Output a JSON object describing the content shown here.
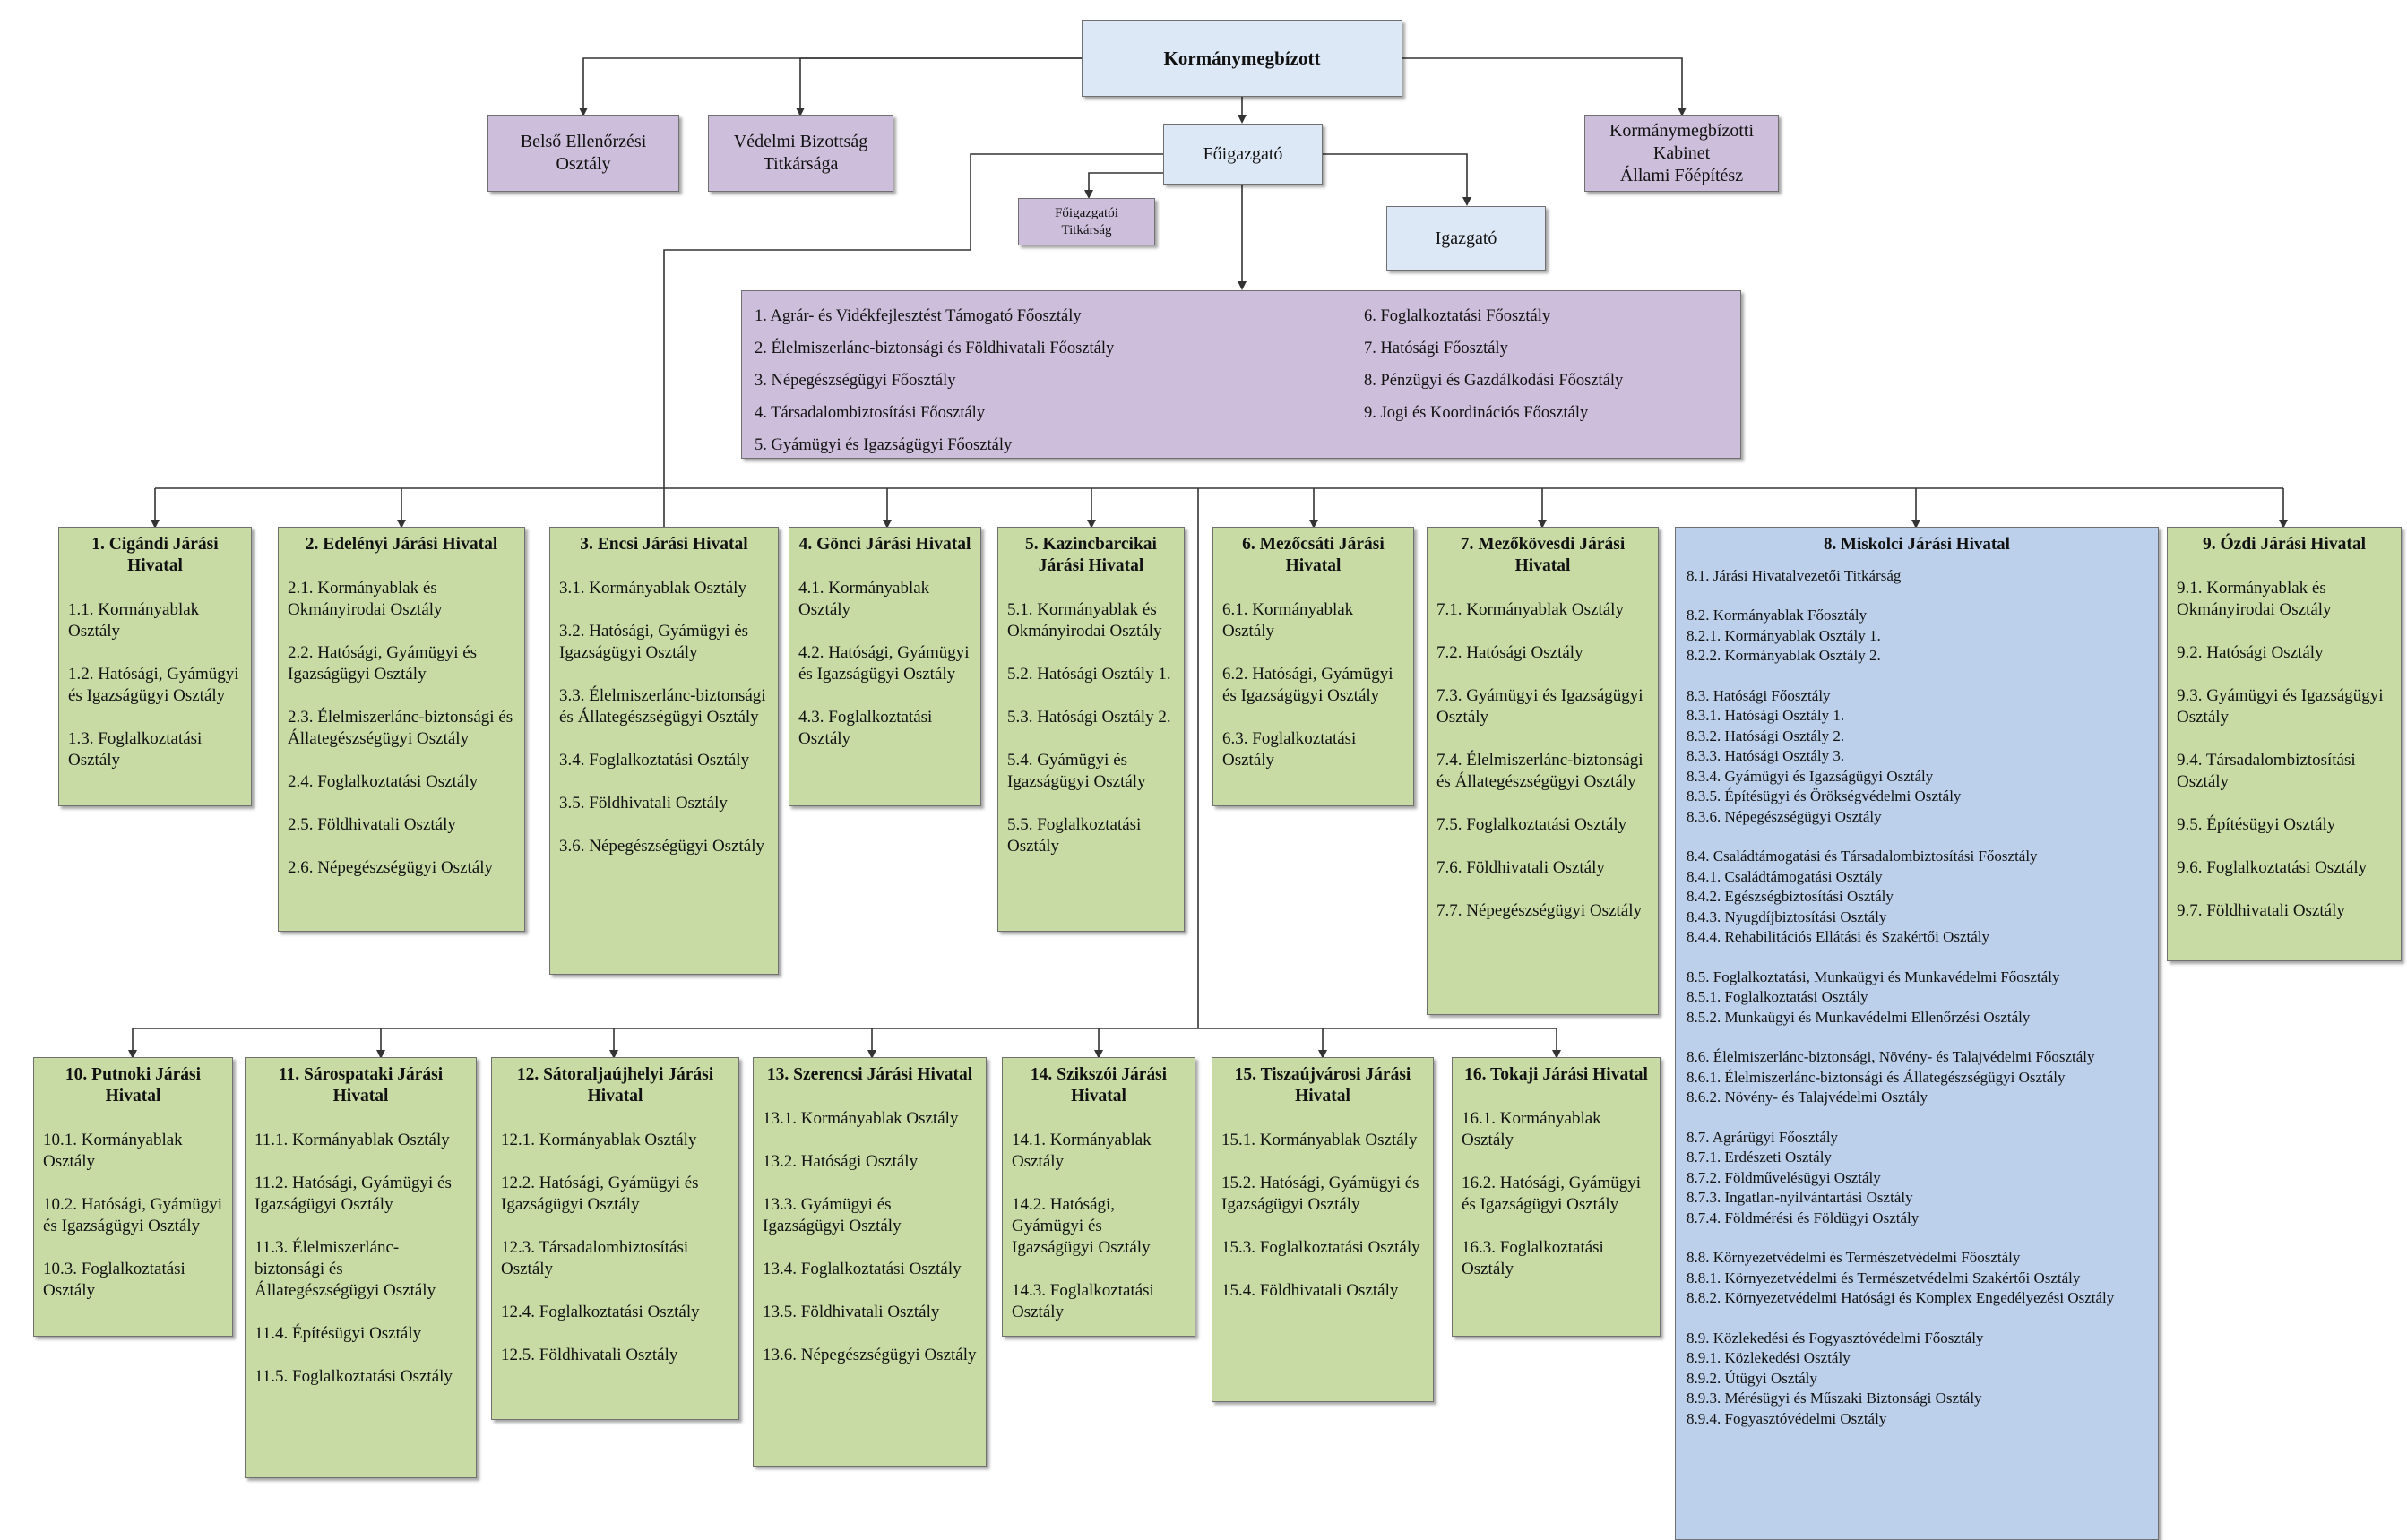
{
  "top": {
    "kormanymegbizott": "Kormánymegbízott",
    "belso": [
      "Belső Ellenőrzési",
      "Osztály"
    ],
    "vedelmi": [
      "Védelmi Bizottság",
      "Titkársága"
    ],
    "kabinet": [
      "Kormánymegbízotti",
      "Kabinet",
      "Állami Főépítész"
    ],
    "foigazgato": "Főigazgató",
    "foigazgatoi_titkarsag": [
      "Főigazgatói",
      "Titkárság"
    ],
    "igazgato": "Igazgató"
  },
  "foosztalyok": {
    "left": [
      "1. Agrár- és Vidékfejlesztést Támogató Főosztály",
      "2. Élelmiszerlánc-biztonsági és Földhivatali Főosztály",
      "3. Népegészségügyi Főosztály",
      "4. Társadalombiztosítási Főosztály",
      "5. Gyámügyi és Igazságügyi Főosztály"
    ],
    "right": [
      "6. Foglalkoztatási Főosztály",
      "7. Hatósági Főosztály",
      "8. Pénzügyi és Gazdálkodási Főosztály",
      "9. Jogi és Koordinációs Főosztály"
    ]
  },
  "offices_row1": [
    {
      "title": "1. Cigándi Járási Hivatal",
      "items": [
        "1.1. Kormányablak Osztály",
        "1.2. Hatósági, Gyámügyi és Igazságügyi Osztály",
        "1.3. Foglalkoztatási Osztály"
      ]
    },
    {
      "title": "2. Edelényi Járási Hivatal",
      "items": [
        "2.1. Kormányablak és Okmányirodai Osztály",
        "2.2. Hatósági, Gyámügyi és Igazságügyi Osztály",
        "2.3. Élelmiszerlánc-biztonsági és Állategészségügyi Osztály",
        "2.4. Foglalkoztatási Osztály",
        "2.5. Földhivatali Osztály",
        "2.6. Népegészségügyi Osztály"
      ]
    },
    {
      "title": "3. Encsi Járási Hivatal",
      "items": [
        "3.1. Kormányablak Osztály",
        "3.2. Hatósági, Gyámügyi és Igazságügyi Osztály",
        "3.3. Élelmiszerlánc-biztonsági és Állategészségügyi Osztály",
        "3.4. Foglalkoztatási Osztály",
        "3.5. Földhivatali Osztály",
        "3.6. Népegészségügyi Osztály"
      ]
    },
    {
      "title": "4. Gönci Járási Hivatal",
      "items": [
        "4.1. Kormányablak Osztály",
        "4.2. Hatósági, Gyámügyi és Igazságügyi Osztály",
        "4.3. Foglalkoztatási Osztály"
      ]
    },
    {
      "title": "5. Kazincbarcikai Járási Hivatal",
      "items": [
        "5.1. Kormányablak és Okmányirodai Osztály",
        "5.2. Hatósági Osztály 1.",
        "5.3. Hatósági Osztály 2.",
        "5.4. Gyámügyi és Igazságügyi Osztály",
        "5.5. Foglalkoztatási Osztály"
      ]
    },
    {
      "title": "6. Mezőcsáti Járási Hivatal",
      "items": [
        "6.1. Kormányablak Osztály",
        "6.2. Hatósági, Gyámügyi és Igazságügyi Osztály",
        "6.3. Foglalkoztatási Osztály"
      ]
    },
    {
      "title": "7. Mezőkövesdi Járási Hivatal",
      "items": [
        "7.1. Kormányablak Osztály",
        "7.2. Hatósági Osztály",
        "7.3. Gyámügyi és Igazságügyi Osztály",
        "7.4. Élelmiszerlánc-biztonsági és Állategészségügyi Osztály",
        "7.5. Foglalkoztatási Osztály",
        "7.6. Földhivatali Osztály",
        "7.7. Népegészségügyi Osztály"
      ]
    },
    {
      "title": "9. Ózdi Járási Hivatal",
      "items": [
        "9.1. Kormányablak és Okmányirodai Osztály",
        "9.2. Hatósági Osztály",
        "9.3. Gyámügyi és Igazságügyi Osztály",
        "9.4. Társadalombiztosítási Osztály",
        "9.5. Építésügyi Osztály",
        "9.6. Foglalkoztatási Osztály",
        "9.7. Földhivatali Osztály"
      ]
    }
  ],
  "miskolc": {
    "title": "8. Miskolci Járási Hivatal",
    "groups": [
      [
        "8.1. Járási Hivatalvezetői Titkárság"
      ],
      [
        "8.2. Kormányablak Főosztály",
        "8.2.1. Kormányablak Osztály 1.",
        "8.2.2. Kormányablak Osztály 2."
      ],
      [
        "8.3. Hatósági Főosztály",
        "8.3.1. Hatósági Osztály 1.",
        "8.3.2. Hatósági Osztály 2.",
        "8.3.3. Hatósági Osztály 3.",
        "8.3.4. Gyámügyi és Igazságügyi Osztály",
        "8.3.5. Építésügyi és Örökségvédelmi Osztály",
        "8.3.6. Népegészségügyi Osztály"
      ],
      [
        "8.4. Családtámogatási és Társadalombiztosítási Főosztály",
        "8.4.1. Családtámogatási Osztály",
        "8.4.2. Egészségbiztosítási Osztály",
        "8.4.3. Nyugdíjbiztosítási Osztály",
        "8.4.4. Rehabilitációs Ellátási és Szakértői Osztály"
      ],
      [
        "8.5. Foglalkoztatási, Munkaügyi és Munkavédelmi Főosztály",
        "8.5.1. Foglalkoztatási Osztály",
        "8.5.2. Munkaügyi és Munkavédelmi Ellenőrzési Osztály"
      ],
      [
        "8.6. Élelmiszerlánc-biztonsági, Növény- és Talajvédelmi Főosztály",
        "8.6.1. Élelmiszerlánc-biztonsági és Állategészségügyi Osztály",
        "8.6.2. Növény- és Talajvédelmi Osztály"
      ],
      [
        "8.7. Agrárügyi Főosztály",
        "8.7.1. Erdészeti Osztály",
        "8.7.2. Földművelésügyi Osztály",
        "8.7.3. Ingatlan-nyilvántartási Osztály",
        "8.7.4. Földmérési és Földügyi Osztály"
      ],
      [
        "8.8. Környezetvédelmi és Természetvédelmi Főosztály",
        "8.8.1. Környezetvédelmi és Természetvédelmi Szakértői Osztály",
        "8.8.2. Környezetvédelmi Hatósági és Komplex Engedélyezési Osztály"
      ],
      [
        "8.9. Közlekedési és Fogyasztóvédelmi Főosztály",
        "8.9.1. Közlekedési Osztály",
        "8.9.2. Útügyi Osztály",
        "8.9.3. Mérésügyi és Műszaki Biztonsági Osztály",
        "8.9.4. Fogyasztóvédelmi Osztály"
      ]
    ]
  },
  "offices_row2": [
    {
      "title": "10. Putnoki Járási Hivatal",
      "items": [
        "10.1. Kormányablak Osztály",
        "10.2. Hatósági, Gyámügyi és Igazságügyi Osztály",
        "10.3. Foglalkoztatási Osztály"
      ]
    },
    {
      "title": "11. Sárospataki Járási Hivatal",
      "items": [
        "11.1. Kormányablak Osztály",
        "11.2. Hatósági, Gyámügyi és Igazságügyi Osztály",
        "11.3. Élelmiszerlánc-biztonsági és Állategészségügyi Osztály",
        "11.4. Építésügyi Osztály",
        "11.5. Foglalkoztatási Osztály"
      ]
    },
    {
      "title": "12. Sátoraljaújhelyi Járási Hivatal",
      "items": [
        "12.1. Kormányablak Osztály",
        "12.2. Hatósági, Gyámügyi és Igazságügyi Osztály",
        "12.3. Társadalombiztosítási Osztály",
        "12.4. Foglalkoztatási Osztály",
        "12.5. Földhivatali Osztály"
      ]
    },
    {
      "title": "13. Szerencsi Járási Hivatal",
      "items": [
        "13.1. Kormányablak Osztály",
        "13.2. Hatósági Osztály",
        "13.3. Gyámügyi és Igazságügyi Osztály",
        "13.4. Foglalkoztatási Osztály",
        "13.5. Földhivatali Osztály",
        "13.6. Népegészségügyi Osztály"
      ]
    },
    {
      "title": "14. Szikszói Járási Hivatal",
      "items": [
        "14.1. Kormányablak Osztály",
        "14.2. Hatósági, Gyámügyi és Igazságügyi Osztály",
        "14.3. Foglalkoztatási Osztály"
      ]
    },
    {
      "title": "15. Tiszaújvárosi Járási Hivatal",
      "items": [
        "15.1. Kormányablak Osztály",
        "15.2. Hatósági, Gyámügyi és Igazságügyi Osztály",
        "15.3. Foglalkoztatási Osztály",
        "15.4. Földhivatali Osztály"
      ]
    },
    {
      "title": "16. Tokaji Járási Hivatal",
      "items": [
        "16.1. Kormányablak Osztály",
        "16.2. Hatósági, Gyámügyi és Igazságügyi Osztály",
        "16.3. Foglalkoztatási Osztály"
      ]
    }
  ]
}
